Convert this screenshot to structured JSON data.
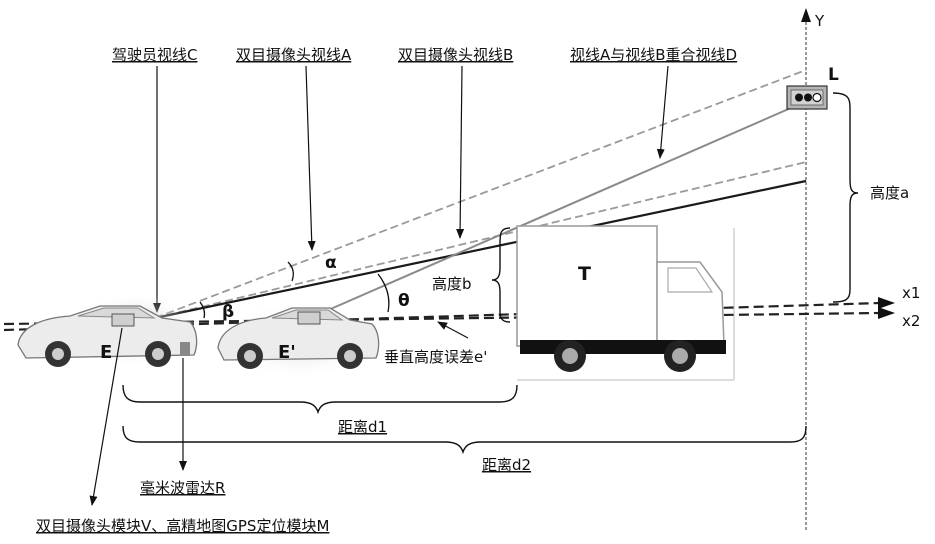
{
  "labels": {
    "driver_sight_c": "驾驶员视线C",
    "stereo_sight_a": "双目摄像头视线A",
    "stereo_sight_b": "双目摄像头视线B",
    "overlap_sight_d": "视线A与视线B重合视线D",
    "axis_y": "Y",
    "light_l": "L",
    "height_a": "高度a",
    "height_b": "高度b",
    "truck_t": "T",
    "alpha": "α",
    "beta": "β",
    "theta": "θ",
    "axis_x1": "x1",
    "axis_x2": "x2",
    "vehicle_e": "E",
    "vehicle_e_prime": "E'",
    "vertical_error": "垂直高度误差e'",
    "distance_d1": "距离d1",
    "distance_d2": "距离d2",
    "radar_r": "毫米波雷达R",
    "module_vm": "双目摄像头模块V、高精地图GPS定位模块M"
  },
  "colors": {
    "line_dark": "#1a1a1a",
    "line_gray": "#8a8a8a",
    "dashed_gray": "#9a9a9a",
    "car_body": "#e9e9e9",
    "light_box": "#b5b5b5"
  }
}
